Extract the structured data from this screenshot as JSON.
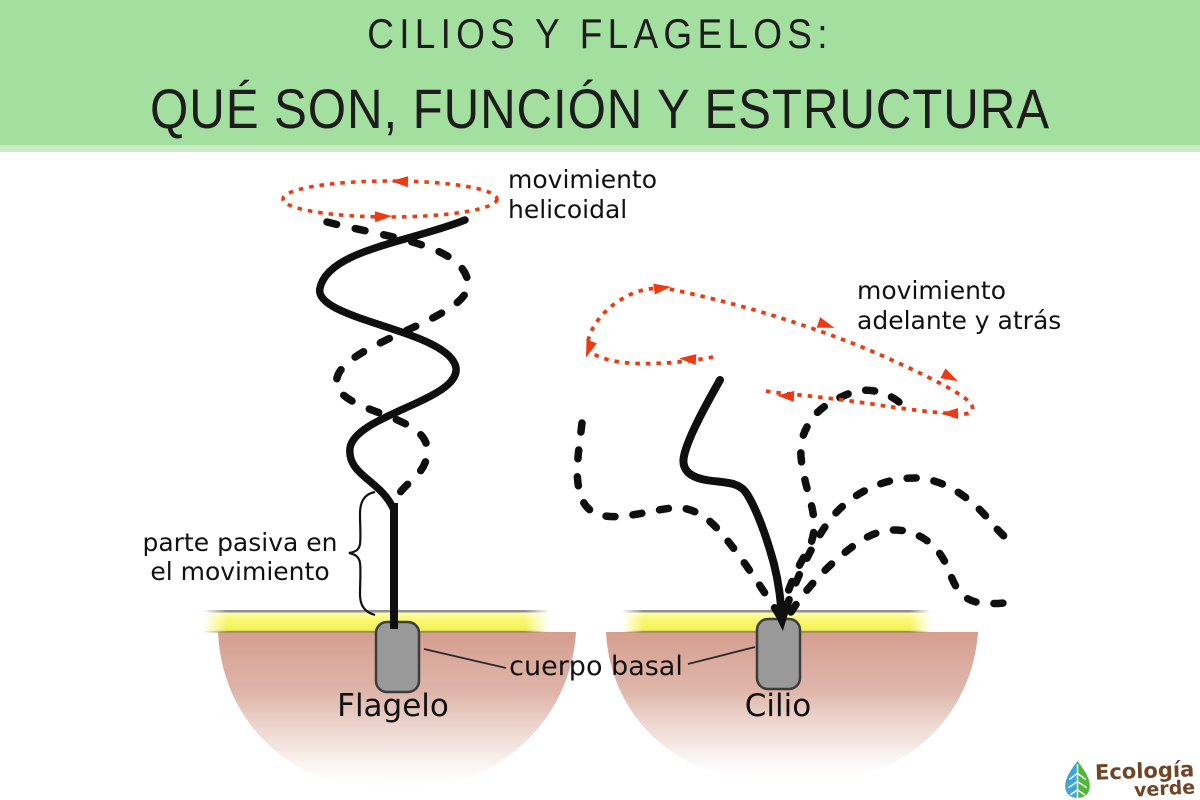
{
  "header": {
    "title_line1": "CILIOS Y FLAGELOS:",
    "title_line2": "QUÉ SON, FUNCIÓN Y ESTRUCTURA"
  },
  "flagellum": {
    "motion_label": {
      "line1": "movimiento",
      "line2": "helicoidal"
    },
    "passive_label": {
      "line1": "parte pasiva en",
      "line2": "el movimiento"
    },
    "name": "Flagelo"
  },
  "cilium": {
    "motion_label": {
      "line1": "movimiento",
      "line2": "adelante y atrás"
    },
    "name": "Cilio"
  },
  "shared": {
    "basal_body_label": "cuerpo basal"
  },
  "logo": {
    "line1": "Ecología",
    "line2": "verde"
  },
  "colors": {
    "header_green": "#a3e09f",
    "header_green_light": "#c9eac4",
    "title_text": "#1d1d1d",
    "arrow_red": "#ee3a12",
    "membrane_yellow": "#f8f868",
    "membrane_gray_line": "#8f8f8f",
    "cell_pink": "#d59e90",
    "basal_body_gray": "#999999",
    "structure_black": "#0f0f0f",
    "logo_brown": "#6f4523",
    "logo_leaf_blue": "#3fa5dc",
    "logo_leaf_green": "#54b53e"
  }
}
